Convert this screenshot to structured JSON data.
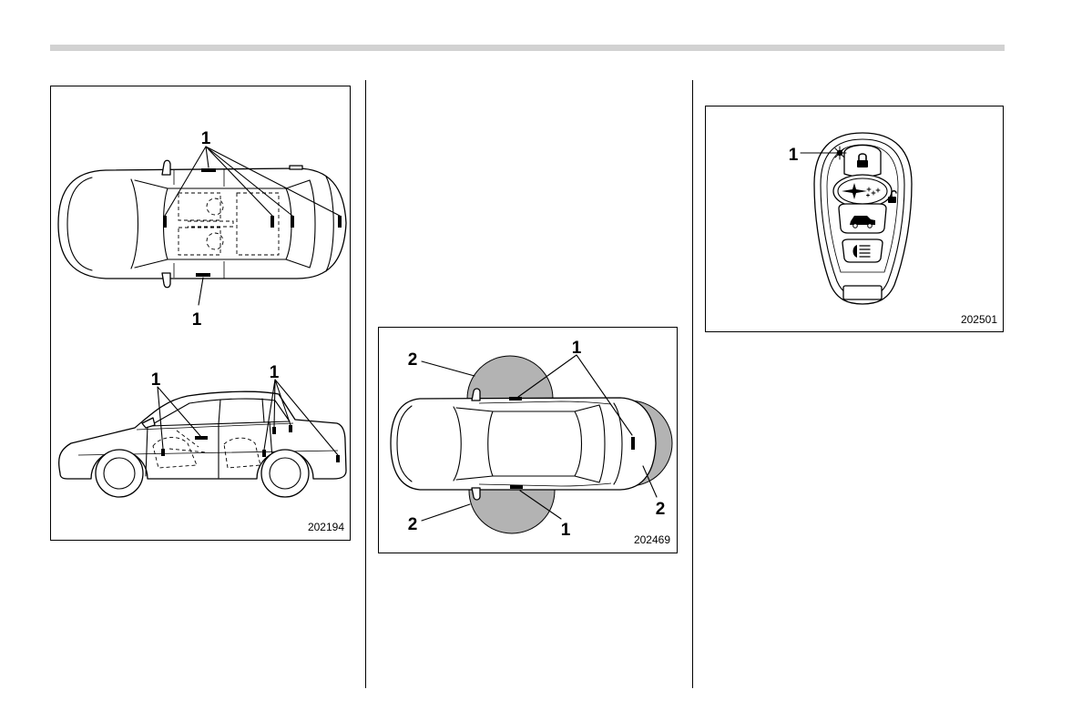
{
  "colors": {
    "rule": "#d2d2d2",
    "range_fill": "#b3b3b3",
    "ink": "#000000"
  },
  "figures": {
    "vehicle_sensor_locations": {
      "number": "202194",
      "callouts": {
        "top_view_upper": "1",
        "top_view_lower": "1",
        "side_view_front": "1",
        "side_view_rear": "1"
      }
    },
    "operating_range": {
      "number": "202469",
      "callouts": {
        "range_upper": "2",
        "sensor_upper": "1",
        "range_rear": "2",
        "range_lower": "2",
        "sensor_lower": "1"
      }
    },
    "access_key": {
      "number": "202501",
      "callouts": {
        "indicator": "1"
      },
      "buttons": [
        "lock-icon",
        "logo-unlock-icon",
        "trunk-icon",
        "panic-icon"
      ]
    }
  }
}
